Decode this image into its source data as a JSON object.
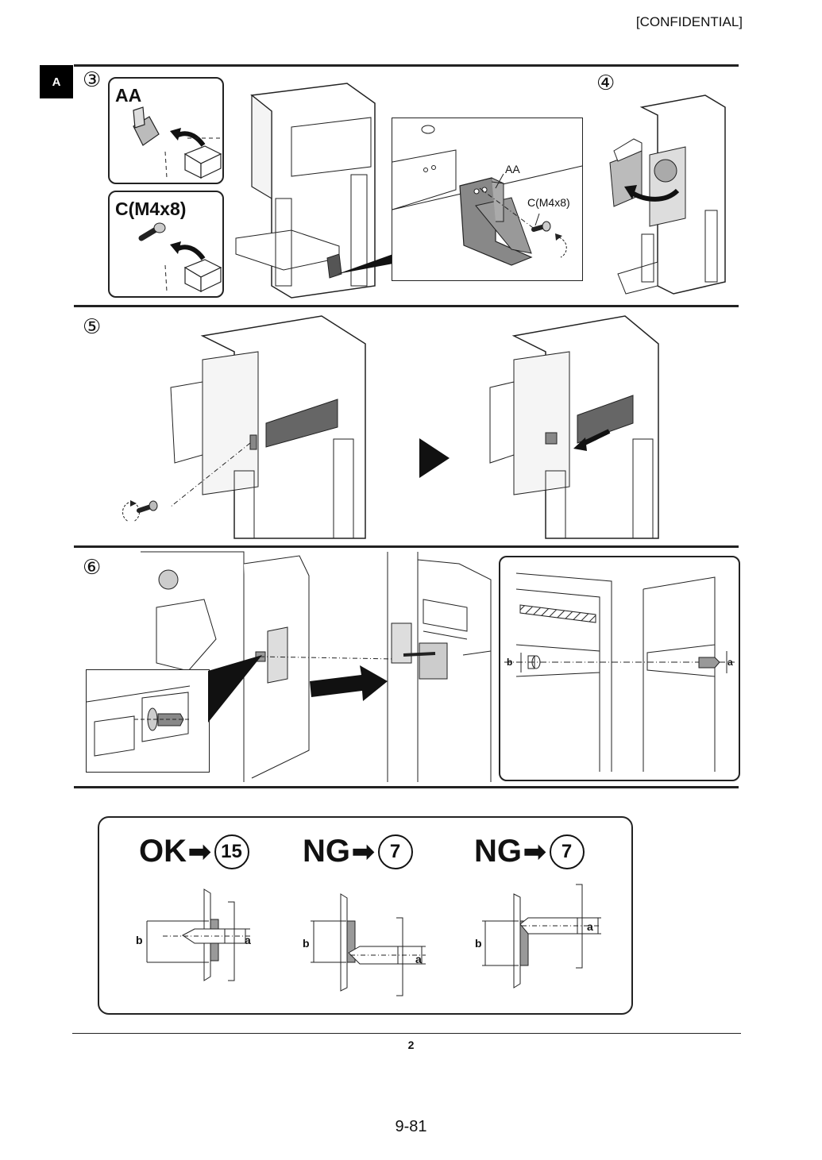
{
  "header": {
    "confidential": "[CONFIDENTIAL]"
  },
  "section_tab": "A",
  "steps": {
    "s3": "③",
    "s4": "④",
    "s5": "⑤",
    "s6": "⑥"
  },
  "parts": {
    "aa": "AA",
    "screw": "C(M4x8)"
  },
  "callouts": {
    "aa": "AA",
    "screw": "C(M4x8)"
  },
  "gap_labels": {
    "a": "a",
    "b": "b"
  },
  "checks": [
    {
      "result": "OK",
      "arrow": "➡",
      "target": "15"
    },
    {
      "result": "NG",
      "arrow": "➡",
      "target": "7"
    },
    {
      "result": "NG",
      "arrow": "➡",
      "target": "7"
    }
  ],
  "check_labels": {
    "a": "a",
    "b": "b"
  },
  "footer": {
    "page": "2",
    "section_page": "9-81"
  }
}
